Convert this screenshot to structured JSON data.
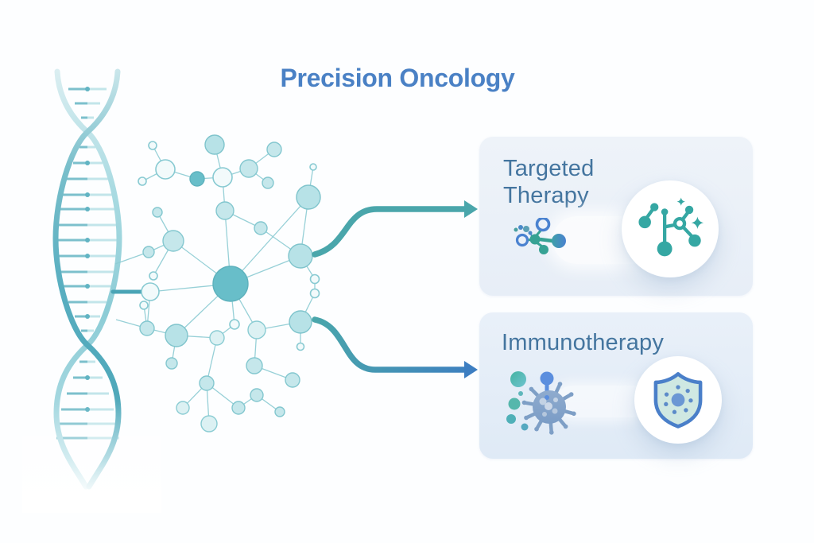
{
  "title": "Precision Oncology",
  "cards": [
    {
      "id": "targeted-therapy",
      "label": "Targeted Therapy",
      "left_icon": "molecule-icon",
      "right_icon": "molecule-sparkle-icon"
    },
    {
      "id": "immunotherapy",
      "label": "Immunotherapy",
      "left_icon": "virus-icon",
      "right_icon": "shield-icon"
    }
  ],
  "illustrations": {
    "left": "dna-helix-icon",
    "center": "molecular-network-icon"
  },
  "colors": {
    "title_text": "#4a81c5",
    "card_label_text": "#44759f",
    "accent_teal": "#4aa6ab",
    "accent_blue": "#3d7ec1",
    "card_targeted_bg": "#ecf1f8",
    "card_immuno_bg": "#e2ecf7",
    "dna_teal": "#58aec0",
    "network_node_fill": "#c5e7eb",
    "network_node_stroke": "#83c7cf"
  }
}
